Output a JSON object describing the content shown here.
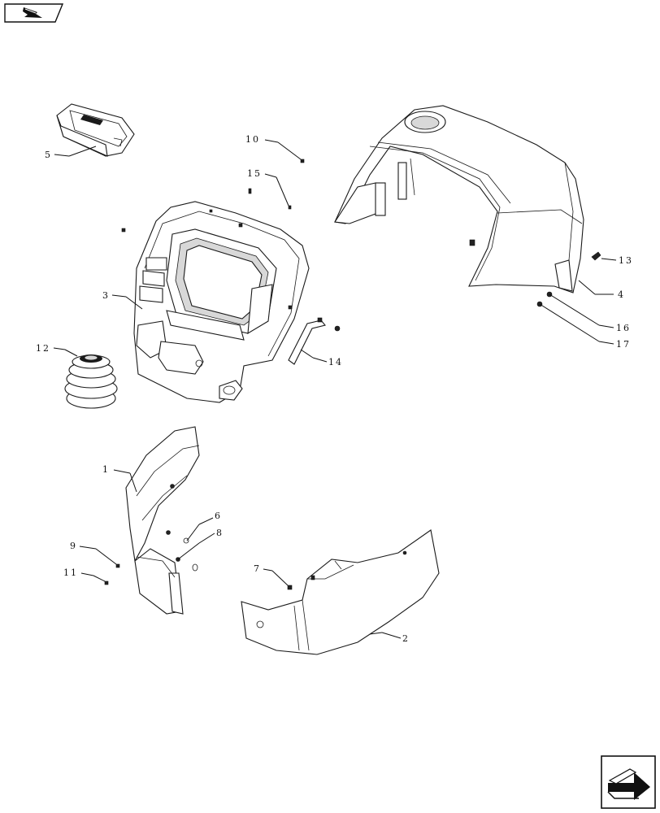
{
  "nav": {
    "back_icon": "back-arrow-icon",
    "next_icon": "next-page-icon"
  },
  "callouts": [
    {
      "id": "c1",
      "number": "1"
    },
    {
      "id": "c2",
      "number": "2"
    },
    {
      "id": "c3",
      "number": "3"
    },
    {
      "id": "c4",
      "number": "4"
    },
    {
      "id": "c5",
      "number": "5"
    },
    {
      "id": "c6",
      "number": "6"
    },
    {
      "id": "c7",
      "number": "7"
    },
    {
      "id": "c8",
      "number": "8"
    },
    {
      "id": "c9",
      "number": "9"
    },
    {
      "id": "c10",
      "number": "10"
    },
    {
      "id": "c11",
      "number": "11"
    },
    {
      "id": "c12",
      "number": "12"
    },
    {
      "id": "c13",
      "number": "13"
    },
    {
      "id": "c14",
      "number": "14"
    },
    {
      "id": "c15",
      "number": "15"
    },
    {
      "id": "c16",
      "number": "16"
    },
    {
      "id": "c17",
      "number": "17"
    }
  ]
}
